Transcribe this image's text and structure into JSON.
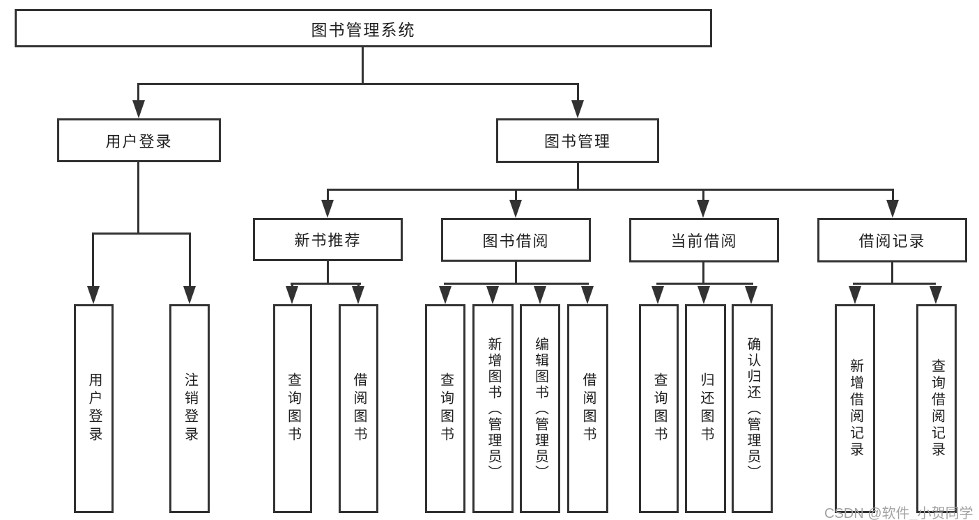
{
  "diagram_type": "hierarchy-tree",
  "colors": {
    "line": "#323232",
    "box_border": "#323232",
    "box_fill": "#ffffff",
    "text": "#1f1f1f",
    "watermark": "#a2a2a2",
    "background": "#ffffff"
  },
  "watermark": "CSDN @软件_小贺同学",
  "tree": {
    "label": "图书管理系统",
    "children": [
      {
        "label": "用户登录",
        "children": [
          {
            "label": "用户登录"
          },
          {
            "label": "注销登录"
          }
        ]
      },
      {
        "label": "图书管理",
        "children": [
          {
            "label": "新书推荐",
            "children": [
              {
                "label": "查询图书"
              },
              {
                "label": "借阅图书"
              }
            ]
          },
          {
            "label": "图书借阅",
            "children": [
              {
                "label": "查询图书"
              },
              {
                "label": "新增图书（管理员）"
              },
              {
                "label": "编辑图书（管理员）"
              },
              {
                "label": "借阅图书"
              }
            ]
          },
          {
            "label": "当前借阅",
            "children": [
              {
                "label": "查询图书"
              },
              {
                "label": "归还图书"
              },
              {
                "label": "确认归还（管理员）"
              }
            ]
          },
          {
            "label": "借阅记录",
            "children": [
              {
                "label": "新增借阅记录"
              },
              {
                "label": "查询借阅记录"
              }
            ]
          }
        ]
      }
    ]
  }
}
